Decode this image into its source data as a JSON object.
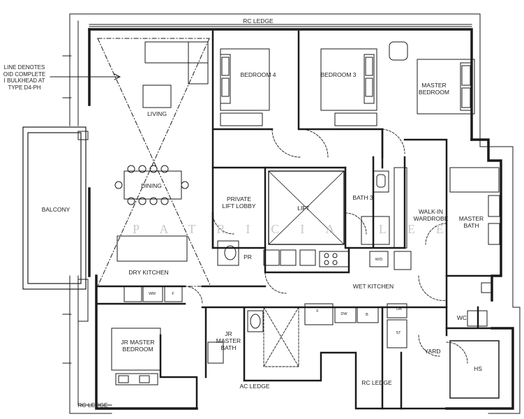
{
  "note_lines": [
    "LINE DENOTES",
    "OID COMPLETE",
    "I BULKHEAD AT",
    "TYPE D4-PH"
  ],
  "rooms": {
    "rc_ledge_top": "RC LEDGE",
    "bedroom4": "BEDROOM 4",
    "bedroom3": "BEDROOM 3",
    "master_bedroom": "MASTER\nBEDROOM",
    "living": "LIVING",
    "dining": "DINING",
    "balcony": "BALCONY",
    "private_lift_lobby": "PRIVATE\nLIFT LOBBY",
    "lift": "LIFT",
    "bath3": "BATH 3",
    "walkin_wardrobe": "WALK-IN\nWARDROBE",
    "master_bath": "MASTER\nBATH",
    "pr": "PR",
    "dry_kitchen": "DRY KITCHEN",
    "wet_kitchen": "WET KITCHEN",
    "wc": "WC",
    "jr_master_bedroom": "JR MASTER\nBEDROOM",
    "jr_master_bath": "JR\nMASTER\nBATH",
    "ac_ledge": "AC LEDGE",
    "rc_ledge_mid": "RC LEDGE",
    "yard": "YARD",
    "hs": "HS",
    "rc_ledge_bottom": "RC LEDGE"
  },
  "appliances": {
    "wm": "WM",
    "f_dry": "F",
    "f_wet": "F",
    "dw": "DW",
    "b": "B",
    "db": "DB",
    "st": "ST",
    "wd": "W/D"
  },
  "watermark": "PATRICIA LEE"
}
